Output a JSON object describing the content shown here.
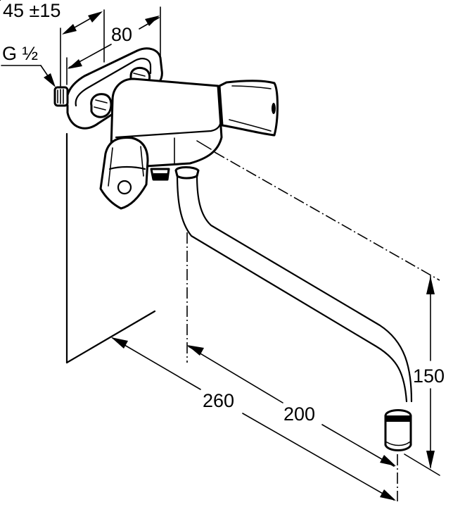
{
  "drawing": {
    "subject": "wall-mounted two-handle faucet with swivel spout",
    "line_color": "#000000",
    "background": "#ffffff"
  },
  "dimensions": {
    "adjust_range": "45 ±15",
    "connection_spacing": "80",
    "thread": "G ½",
    "spout_reach_total": "260",
    "spout_reach_center": "200",
    "spout_height": "150"
  }
}
